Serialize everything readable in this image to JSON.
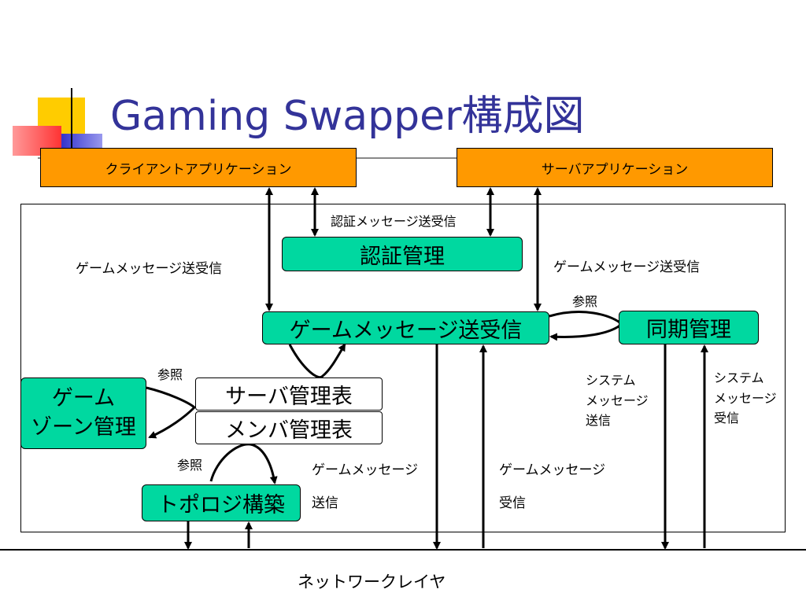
{
  "title": "Gaming Swapper構成図",
  "boxes": {
    "client_app": "クライアントアプリケーション",
    "server_app": "サーバアプリケーション",
    "auth": "認証管理",
    "game_msg": "ゲームメッセージ送受信",
    "sync": "同期管理",
    "zone_line1": "ゲーム",
    "zone_line2": "ゾーン管理",
    "server_table": "サーバ管理表",
    "member_table": "メンバ管理表",
    "topology": "トポロジ構築"
  },
  "labels": {
    "auth_msg": "認証メッセージ送受信",
    "game_msg_left": "ゲームメッセージ送受信",
    "game_msg_right": "ゲームメッセージ送受信",
    "ref_sync": "参照",
    "ref_zone": "参照",
    "ref_topology": "参照",
    "sys_send_1": "システム",
    "sys_send_2": "メッセージ",
    "sys_send_3": "送信",
    "sys_recv_1": "システム",
    "sys_recv_2": "メッセージ",
    "sys_recv_3": "受信",
    "game_send_1": "ゲームメッセージ",
    "game_send_2": "送信",
    "game_recv_1": "ゲームメッセージ",
    "game_recv_2": "受信",
    "network": "ネットワークレイヤ"
  },
  "colors": {
    "title": "#333399",
    "app_fill": "#ff9900",
    "module_fill": "#00d8a0"
  }
}
